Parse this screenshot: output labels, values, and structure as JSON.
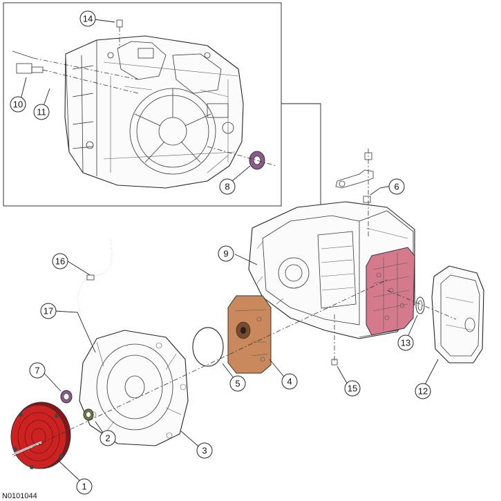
{
  "figure_code": "N0101044",
  "colors": {
    "torque_converter": "#cc2222",
    "pump": "#c9895c",
    "valve_body": "#d47a8c",
    "seal": "#8a5a8a",
    "oring_green": "#6b7a3a"
  },
  "callouts": [
    {
      "id": "c1",
      "label": "1"
    },
    {
      "id": "c2",
      "label": "2"
    },
    {
      "id": "c3",
      "label": "3"
    },
    {
      "id": "c4",
      "label": "4"
    },
    {
      "id": "c5",
      "label": "5"
    },
    {
      "id": "c6",
      "label": "6"
    },
    {
      "id": "c7",
      "label": "7"
    },
    {
      "id": "c8",
      "label": "8"
    },
    {
      "id": "c9",
      "label": "9"
    },
    {
      "id": "c10",
      "label": "10"
    },
    {
      "id": "c11",
      "label": "11"
    },
    {
      "id": "c12",
      "label": "12"
    },
    {
      "id": "c13",
      "label": "13"
    },
    {
      "id": "c14",
      "label": "14"
    },
    {
      "id": "c15",
      "label": "15"
    },
    {
      "id": "c16",
      "label": "16"
    },
    {
      "id": "c17",
      "label": "17"
    }
  ]
}
